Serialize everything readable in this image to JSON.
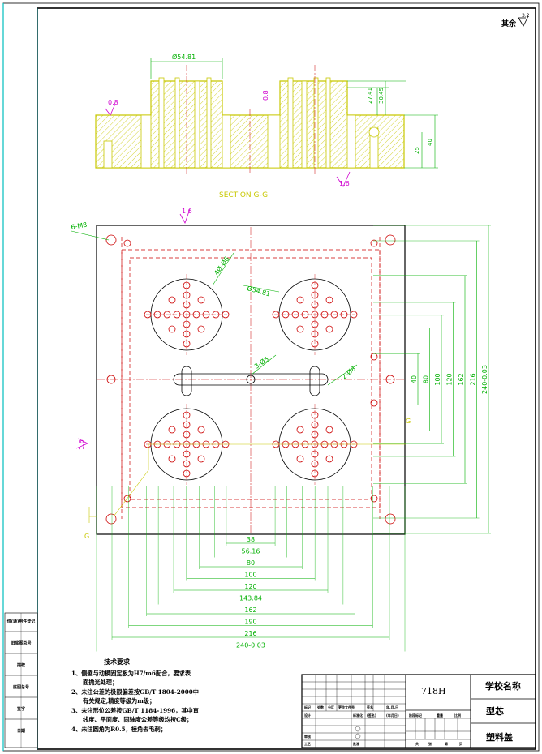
{
  "drawing": {
    "surface_note": "其余",
    "surface_value": "3.2",
    "section_label": "SECTION  G-G",
    "section_dims": {
      "dia": "Ø54.81",
      "r1": "0.8",
      "r2": "0.8",
      "h1": "27.41",
      "h2": "30.45",
      "h3": "25",
      "h4": "40",
      "rough": "1.6"
    },
    "plan_labels": {
      "holes": "6-M8",
      "rough_top": "1.6",
      "rough_left": "1.6",
      "circle": "4Ø-Ø6",
      "dia": "Ø54.81",
      "slot1": "3-Ø5",
      "slot2": "2-Ø8",
      "g_mark": "G",
      "g_mark2": "G"
    },
    "horizontal_dims": [
      "38",
      "56.16",
      "80",
      "100",
      "120",
      "143.84",
      "162",
      "190",
      "216",
      "240"
    ],
    "horizontal_last_suffix": "-0.03",
    "vertical_dims": [
      "40",
      "80",
      "100",
      "120",
      "162",
      "216",
      "240"
    ],
    "vertical_last_suffix": "-0.03"
  },
  "sidebar": [
    "借(通)用件登记",
    "旧底图总号",
    "描校",
    "底图总号",
    "签字",
    "日期"
  ],
  "tech": {
    "title": "技术要求",
    "lines": [
      "1、侧壁与动模固定板为H7/m6配合，要求表",
      "面抛光处理；",
      "2、未注公差的极限偏差按GB/T 1804-2000中",
      "有关规定,精度等级为m级；",
      "3、未注形位公差按GB/T 1184-1996，其中直",
      "线度、平面度、同轴度公差等级均按C级；",
      "4、未注圆角为R0.5，棱角去毛刺；"
    ]
  },
  "title_block": {
    "material": "718H",
    "school": "学校名称",
    "part": "型芯",
    "assembly": "塑料盖",
    "tiny_labels": {
      "mark": "标记",
      "count": "处数",
      "zone": "分区",
      "change_doc": "更改文件号",
      "sign": "签名",
      "date": "年.月.日",
      "design": "设计",
      "std": "标准化",
      "sign2": "(签名)",
      "date2": "(年月日)",
      "stage": "阶段标记",
      "weight": "重量",
      "scale": "比例",
      "review": "审核",
      "process": "工艺",
      "approve": "批准",
      "total": "共",
      "sheet": "张",
      "no": "第",
      "sheet2": "页"
    }
  }
}
